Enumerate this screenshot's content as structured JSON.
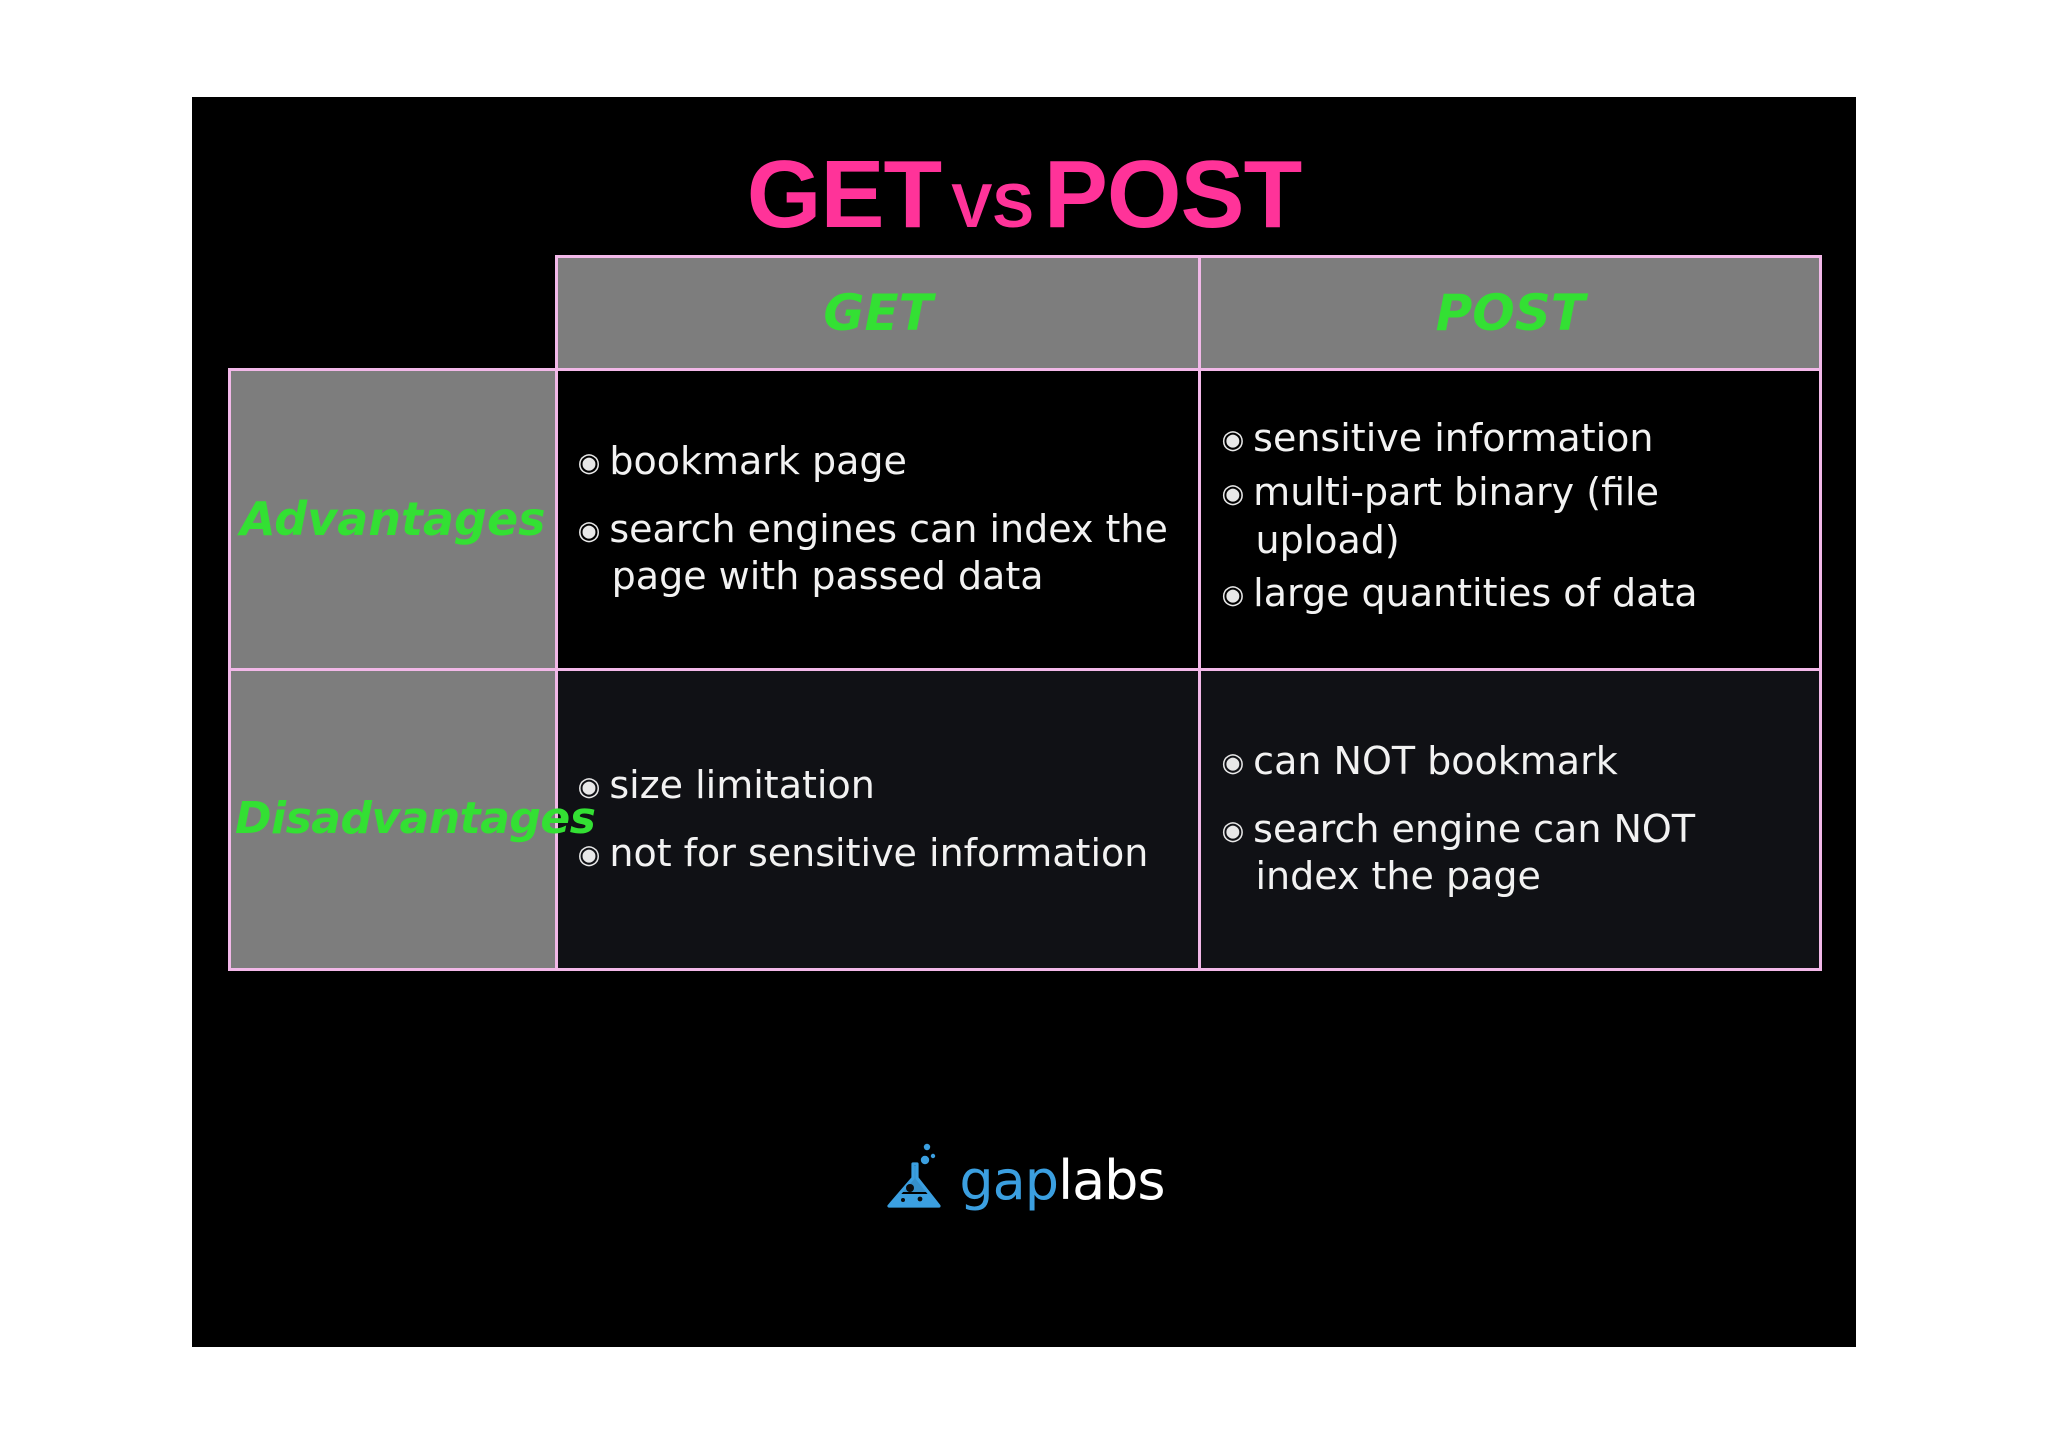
{
  "slide": {
    "background_color": "#000000",
    "title": {
      "left": "GET",
      "middle": "VS",
      "right": "POST",
      "color": "#ff3399"
    },
    "accent_colors": {
      "title_pink": "#ff3399",
      "border_pink": "#f2b8e8",
      "header_gray": "#7d7d7d",
      "heading_green": "#33e033",
      "body_text": "#f2f2f2",
      "logo_blue": "#3b9fe0"
    }
  },
  "table": {
    "corner_label": "",
    "columns": [
      {
        "key": "get",
        "header": "GET"
      },
      {
        "key": "post",
        "header": "POST"
      }
    ],
    "rows": [
      {
        "label": "Advantages",
        "get": [
          "bookmark page",
          "search engines can index the page with passed data"
        ],
        "post": [
          "sensitive information",
          "multi-part binary (file upload)",
          "large quantities of data"
        ]
      },
      {
        "label": "Disadvantages",
        "get": [
          "size limitation",
          "not for sensitive information"
        ],
        "post": [
          "can NOT bookmark",
          "search engine can NOT index the page"
        ]
      }
    ],
    "bullet_glyph": "◉"
  },
  "logo": {
    "icon": "flask-icon",
    "word_primary": "gap",
    "word_secondary": "labs"
  }
}
